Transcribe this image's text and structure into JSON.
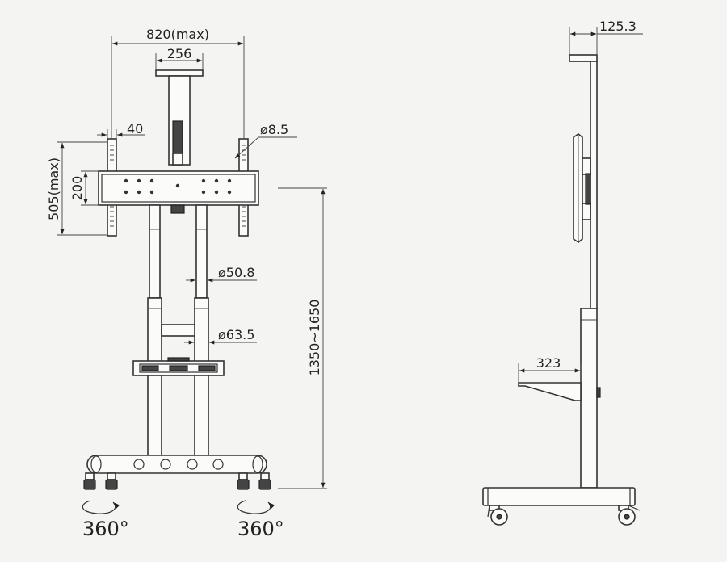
{
  "dimensions": {
    "top_width": "820(max)",
    "camera_shelf_width": "256",
    "upright_spacing": "40",
    "hole_diameter": "ø8.5",
    "max_height": "505(max)",
    "hole_height": "200",
    "upper_pole": "ø50.8",
    "lower_pole": "ø63.5",
    "total_height": "1350~1650",
    "side_top_shelf": "125.3",
    "side_shelf_depth": "323"
  },
  "rotation": {
    "left_label": "360°",
    "right_label": "360°"
  }
}
